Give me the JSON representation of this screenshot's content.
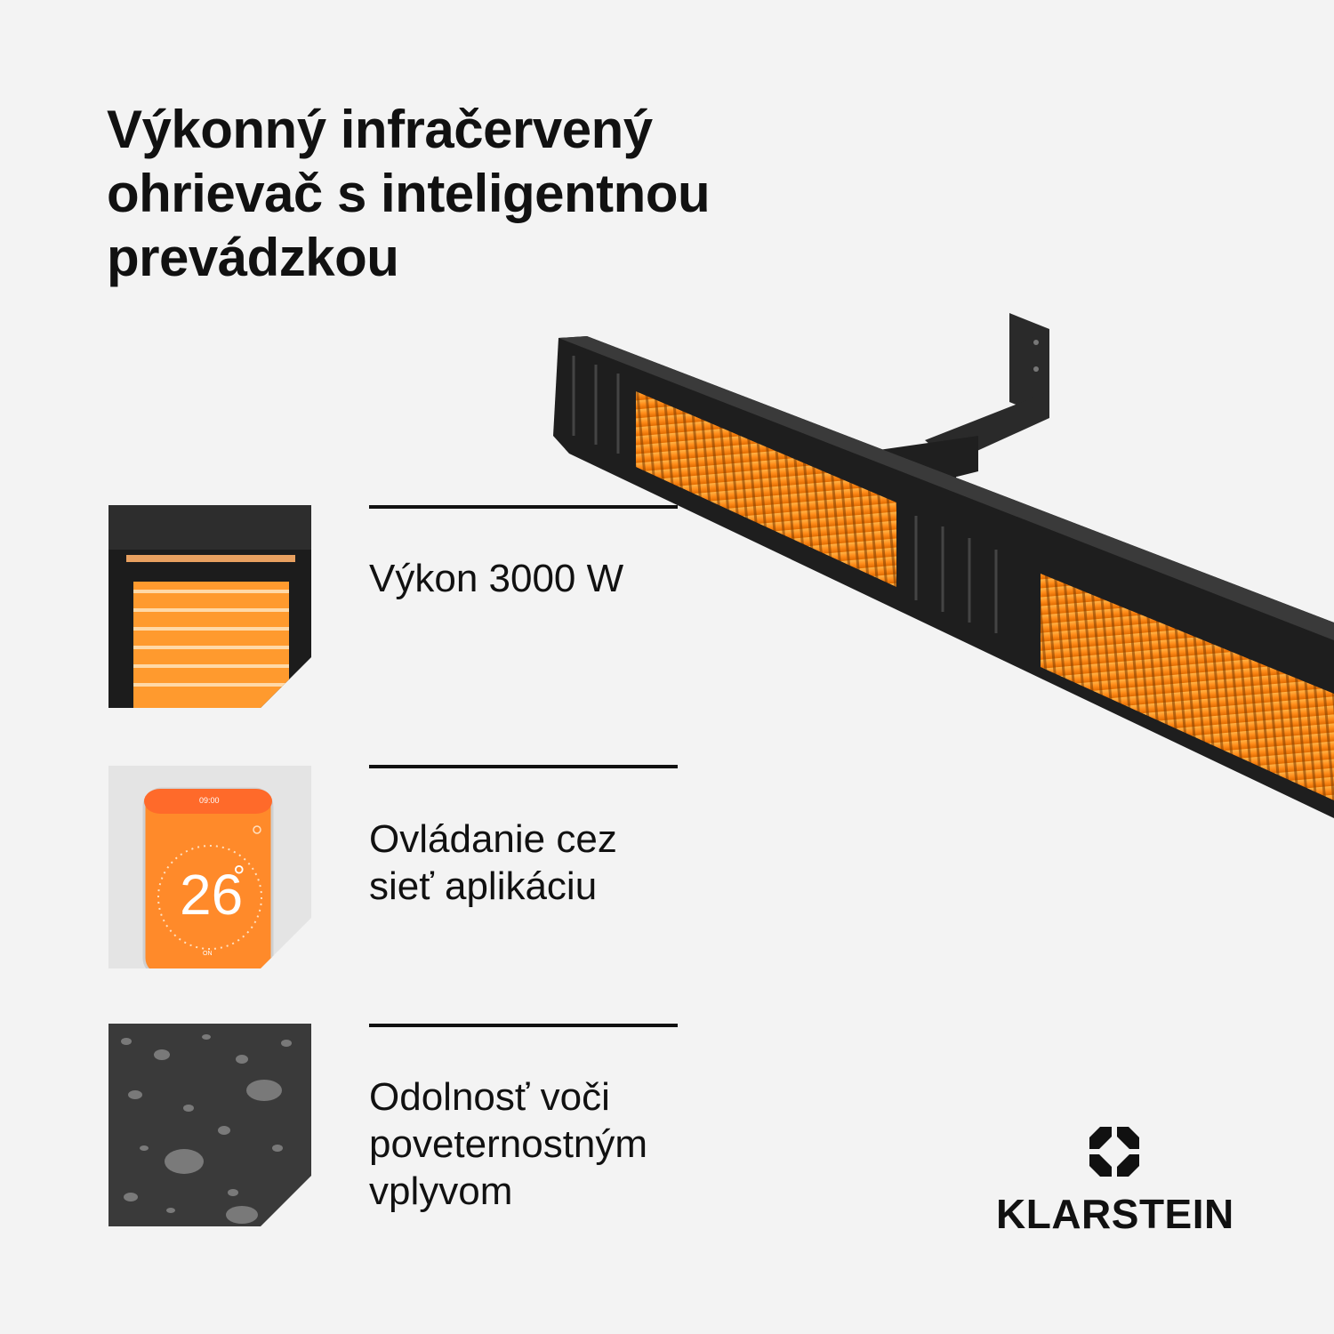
{
  "headline": {
    "lines": [
      "Výkonný infračervený",
      "ohrievač s inteligentnou",
      "prevádzkou"
    ]
  },
  "features": [
    {
      "title": "Výkon 3000 W",
      "thumb_icon": "heater-element-icon"
    },
    {
      "title_lines": [
        "Ovládanie cez",
        "sieť aplikáciu"
      ],
      "thumb_icon": "phone-app-icon",
      "phone": {
        "time": "09:00",
        "temperature": "26",
        "degree": "°",
        "status": "ON"
      }
    },
    {
      "title_lines": [
        "Odolnosť voči",
        "poveternostným",
        "vplyvom"
      ],
      "thumb_icon": "water-drops-icon"
    }
  ],
  "brand": {
    "name": "KLARSTEIN",
    "logo_icon": "klarstein-logo-icon"
  },
  "colors": {
    "background": "#f3f3f3",
    "accent": "#f28c28",
    "dark": "#1e1e1e"
  }
}
